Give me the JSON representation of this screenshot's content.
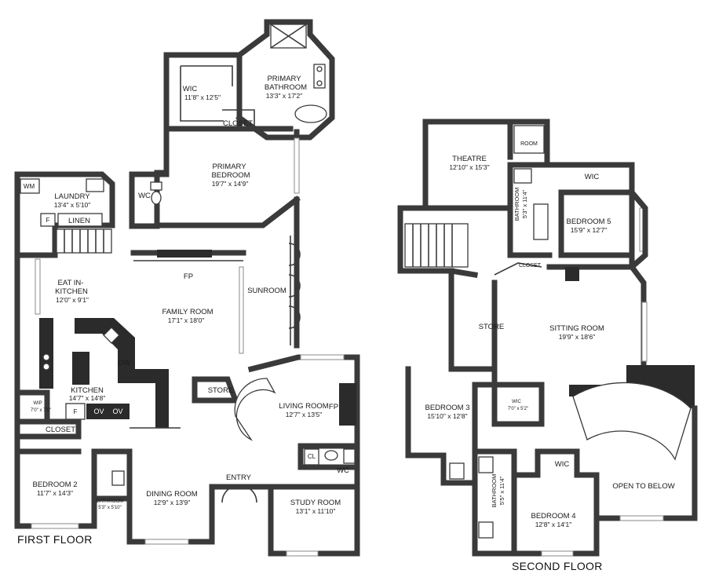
{
  "floors": {
    "first": "FIRST FLOOR",
    "second": "SECOND FLOOR"
  },
  "rooms": {
    "wic_primary": {
      "name": "WIC",
      "dims": "11'8\" x 12'5\""
    },
    "primary_bath": {
      "name1": "PRIMARY",
      "name2": "BATHROOM",
      "dims": "13'3\" x 17'2\""
    },
    "closet_primary": {
      "name": "CLOSET"
    },
    "primary_bed": {
      "name1": "PRIMARY",
      "name2": "BEDROOM",
      "dims": "19'7\" x 14'9\""
    },
    "wc_first_top": {
      "name": "WC"
    },
    "laundry": {
      "name": "LAUNDRY",
      "dims": "13'4\" x 5'10\"",
      "wm": "WM",
      "f": "F"
    },
    "linen": {
      "name": "LINEN"
    },
    "eat_in": {
      "name1": "EAT IN-",
      "name2": "KITCHEN",
      "dims": "12'0\" x 9'1\""
    },
    "family": {
      "name": "FAMILY ROOM",
      "dims": "17'1\" x 18'0\"",
      "fp": "FP"
    },
    "sunroom": {
      "name": "SUNROOM"
    },
    "kitchen": {
      "name": "KITCHEN",
      "dims": "14'7\" x 14'8\"",
      "dw": "DW",
      "f": "F",
      "ov1": "OV",
      "ov2": "OV"
    },
    "wip": {
      "name": "WIP",
      "dims": "7'0\" x 7'0\""
    },
    "closet_first": {
      "name": "CLOSET"
    },
    "store_first": {
      "name": "STORE"
    },
    "living": {
      "name": "LIVING ROOM",
      "dims": "12'7\" x 13'5\"",
      "fp": "FP"
    },
    "bedroom2": {
      "name": "BEDROOM 2",
      "dims": "11'7\" x 14'3\""
    },
    "bath_small": {
      "name": "BATHROOM",
      "dims": "5'3\" x 5'10\""
    },
    "dining": {
      "name": "DINING ROOM",
      "dims": "12'9\" x 13'9\""
    },
    "entry": {
      "name": "ENTRY"
    },
    "cl": {
      "name": "CL"
    },
    "wc_first_bottom": {
      "name": "WC"
    },
    "study": {
      "name": "STUDY ROOM",
      "dims": "13'1\" x 11'10\""
    },
    "theatre": {
      "name": "THEATRE",
      "dims": "12'10\" x 15'3\""
    },
    "room_small": {
      "name": "ROOM"
    },
    "wic_second": {
      "name": "WIC"
    },
    "bath_second_top": {
      "name": "BATHROOM",
      "dims": "5'3\" x 11'4\""
    },
    "bedroom5": {
      "name": "BEDROOM 5",
      "dims": "15'9\" x 12'7\""
    },
    "closet_second": {
      "name": "CLOSET"
    },
    "store_second": {
      "name": "STORE"
    },
    "sitting": {
      "name": "SITTING ROOM",
      "dims": "19'9\" x 18'6\""
    },
    "bedroom3": {
      "name": "BEDROOM 3",
      "dims": "15'10\" x 12'8\""
    },
    "wic_b3": {
      "name": "WIC",
      "dims": "7'0\" x 5'2\""
    },
    "wic_b4": {
      "name": "WIC"
    },
    "bath_second_bottom": {
      "name": "BATHROOM",
      "dims": "5'5\" x 11'4\""
    },
    "bedroom4": {
      "name": "BEDROOM 4",
      "dims": "12'8\" x 14'1\""
    },
    "open_below": {
      "name": "OPEN TO BELOW"
    }
  }
}
